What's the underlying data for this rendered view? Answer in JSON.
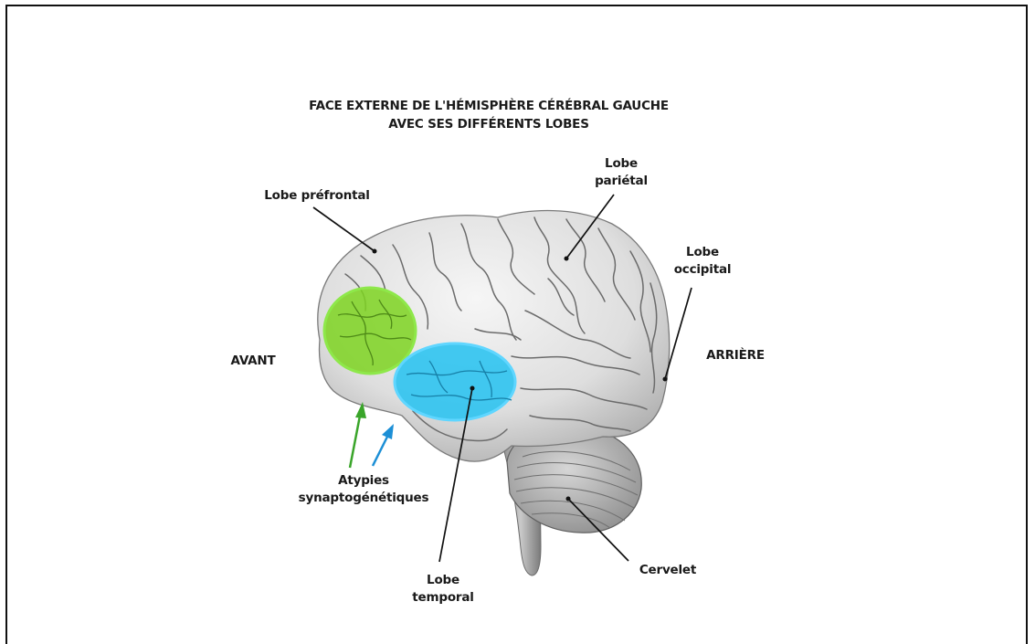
{
  "title": {
    "line1": "FACE EXTERNE DE L'HÉMISPHÈRE CÉRÉBRAL GAUCHE",
    "line2": "AVEC SES DIFFÉRENTS LOBES"
  },
  "labels": {
    "prefrontal": "Lobe préfrontal",
    "parietal_line1": "Lobe",
    "parietal_line2": "pariétal",
    "occipital_line1": "Lobe",
    "occipital_line2": "occipital",
    "temporal_line1": "Lobe",
    "temporal_line2": "temporal",
    "cervelet": "Cervelet",
    "atypies_line1": "Atypies",
    "atypies_line2": "synaptogénétiques",
    "avant": "AVANT",
    "arriere": "ARRIÈRE"
  },
  "colors": {
    "prefrontal_highlight": "#7ed321",
    "temporal_highlight": "#29c3f0",
    "green_arrow": "#3aa52a",
    "blue_arrow": "#1c8fd6",
    "brain": "#e4e4e4",
    "sulci": "#6b6b6b"
  }
}
